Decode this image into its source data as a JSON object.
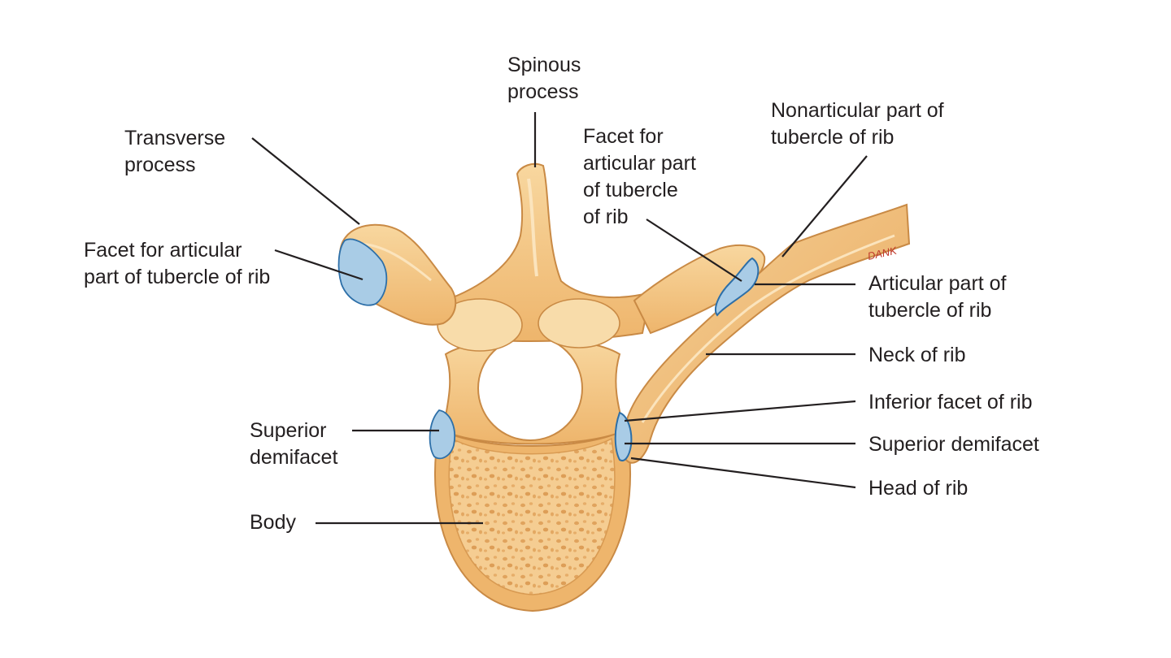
{
  "labels": {
    "spinous_process": [
      "Spinous",
      "process"
    ],
    "transverse_process": [
      "Transverse",
      "process"
    ],
    "facet_tubercle_left": [
      "Facet for articular",
      "part of tubercle of rib"
    ],
    "superior_demifacet_left": [
      "Superior",
      "demifacet"
    ],
    "body": [
      "Body"
    ],
    "facet_tubercle_right": [
      "Facet for",
      "articular part",
      "of tubercle",
      "of rib"
    ],
    "nonarticular_tubercle": [
      "Nonarticular part of",
      "tubercle of rib"
    ],
    "articular_tubercle": [
      "Articular part of",
      "tubercle of rib"
    ],
    "neck_of_rib": [
      "Neck of rib"
    ],
    "inferior_facet_of_rib": [
      "Inferior facet of rib"
    ],
    "superior_demifacet_right": [
      "Superior demifacet"
    ],
    "head_of_rib": [
      "Head of rib"
    ]
  },
  "signature": "DANK",
  "colors": {
    "bone": "#f2c27e",
    "bone_light": "#f8dcaa",
    "bone_shadow": "#d89a52",
    "cartilage": "#a9cce6",
    "cartilage_edge": "#2d6fa8",
    "text": "#231f20"
  }
}
